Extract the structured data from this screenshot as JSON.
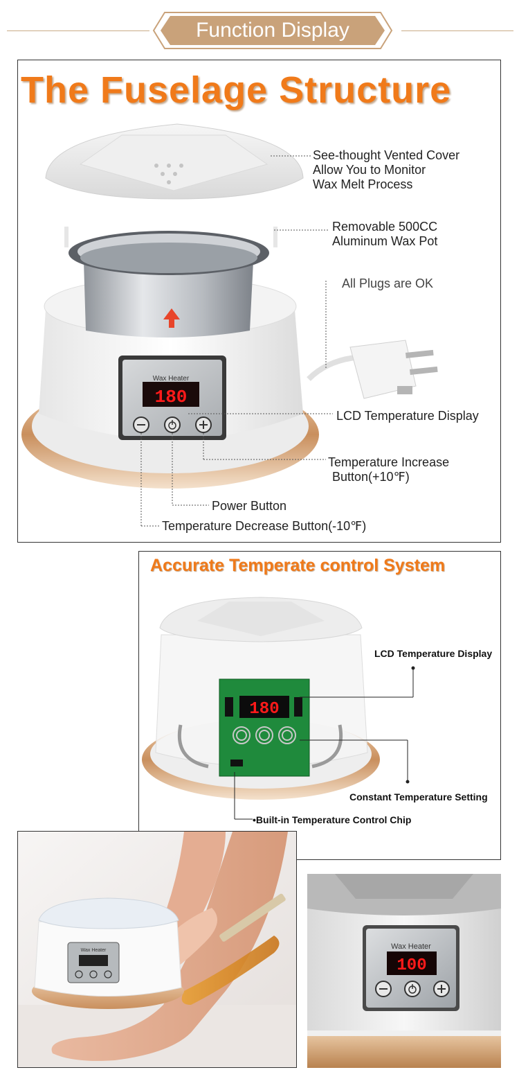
{
  "header": {
    "title": "Function Display"
  },
  "structure_panel": {
    "title": "The Fuselage Structure",
    "display_reading": "180",
    "display_caption": "Wax Heater",
    "labels": {
      "cover_line1": "See-thought Vented Cover",
      "cover_line2": "Allow You to Monitor",
      "cover_line3": "Wax Melt Process",
      "pot_line1": "Removable 500CC",
      "pot_line2": "Aluminum Wax Pot",
      "plugs": "All Plugs are OK",
      "lcd": "LCD Temperature Display",
      "increase_line1": "Temperature Increase",
      "increase_line2": "Button(+10℉)",
      "power": "Power Button",
      "decrease": "Temperature Decrease Button(-10℉)"
    }
  },
  "control_panel": {
    "title": "Accurate Temperate control System",
    "display_reading": "180",
    "labels": {
      "lcd": "LCD Temperature Display",
      "constant": "Constant Temperature Setting",
      "chip": "•Built-in Temperature Control Chip"
    }
  },
  "photo_leg": {
    "device_caption": "Wax Heater"
  },
  "photo_closeup": {
    "display_caption": "Wax Heater",
    "display_reading": "100"
  },
  "colors": {
    "accent_orange": "#f07a1a",
    "banner_tan": "#c9a27a",
    "rose_gold": "#d8a878",
    "led_red": "#ff1a1a"
  }
}
